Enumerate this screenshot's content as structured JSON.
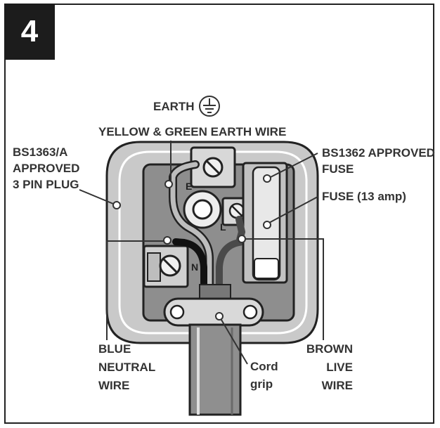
{
  "step_number": "4",
  "labels": {
    "earth": "EARTH",
    "earth_wire": "YELLOW & GREEN EARTH WIRE",
    "plug_line1": "BS1363/A",
    "plug_line2": "APPROVED",
    "plug_line3": "3 PIN PLUG",
    "fuse_approved_line1": "BS1362 APPROVED",
    "fuse_approved_line2": "FUSE",
    "fuse_rating": "FUSE (13 amp)",
    "blue_line1": "BLUE",
    "blue_line2": "NEUTRAL",
    "blue_line3": "WIRE",
    "cord_line1": "Cord",
    "cord_line2": "grip",
    "brown_line1": "BROWN",
    "brown_line2": "LIVE",
    "brown_line3": "WIRE"
  },
  "terminals": {
    "earth": "E",
    "live": "L",
    "neutral": "N"
  },
  "icons": {
    "earth_symbol": "earth-ground-icon"
  }
}
